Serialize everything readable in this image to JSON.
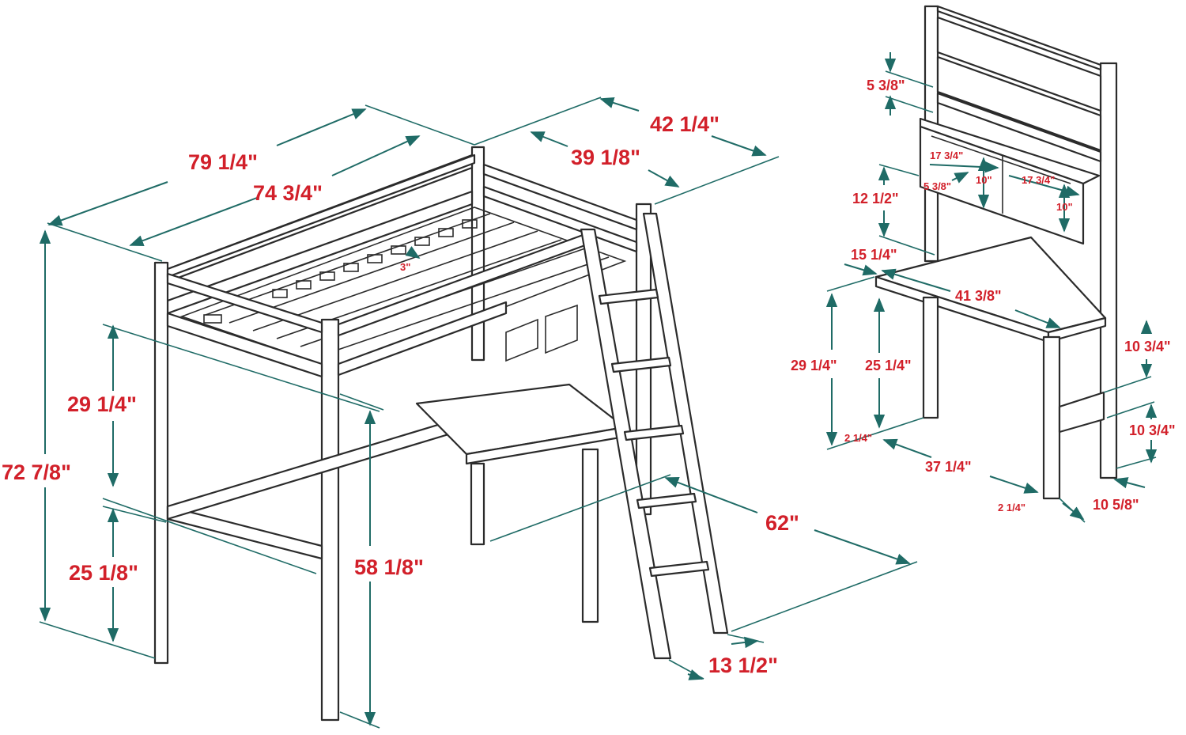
{
  "colors": {
    "dimension_text": "#d2202a",
    "dimension_line": "#1f6b66",
    "drawing": "#2b2b2b"
  },
  "loft_bed": {
    "overall_length": "79 1/4\"",
    "mattress_length": "74 3/4\"",
    "overall_width": "42 1/4\"",
    "mattress_width": "39 1/8\"",
    "slat_gap": "3\"",
    "underbed_clearance": "29 1/4\"",
    "lower_rail_height": "25 1/8\"",
    "overall_height": "72 7/8\"",
    "platform_height": "58 1/8\"",
    "ladder_extension": "62\"",
    "ladder_width": "13 1/2\""
  },
  "desk": {
    "top_board_height": "5 3/8\"",
    "shelf_width_left": "17 3/4\"",
    "shelf_width_right": "17 3/4\"",
    "shelf_height_left": "10\"",
    "shelf_height_right": "10\"",
    "shelf_small": "5 3/8\"",
    "hutch_height": "12 1/2\"",
    "desk_depth": "15 1/4\"",
    "desk_length": "41 3/8\"",
    "desk_height": "29 1/4\"",
    "knee_clearance": "25 1/4\"",
    "leg_offset_left": "2 1/4\"",
    "leg_span": "37 1/4\"",
    "leg_offset_right": "2 1/4\"",
    "side_upper": "10 3/4\"",
    "side_lower": "10 3/4\"",
    "leg_depth": "10 5/8\""
  }
}
